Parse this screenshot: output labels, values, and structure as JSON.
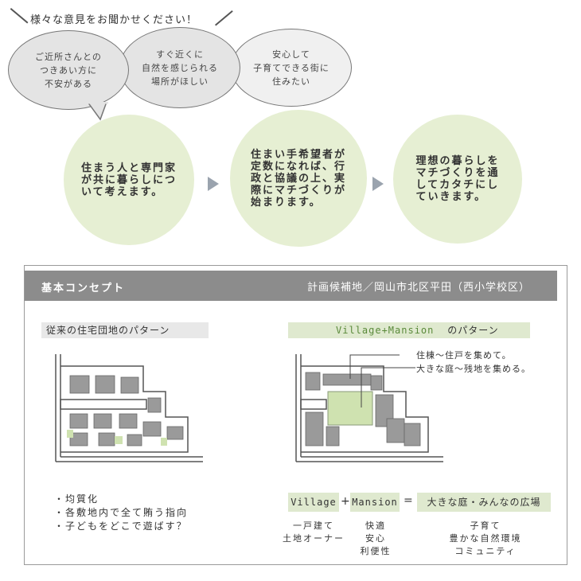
{
  "heading": "様々な意見をお聞かせください！",
  "bubbles": [
    {
      "text": "ご近所さんとの\nつきあい方に\n不安がある"
    },
    {
      "text": "すぐ近くに\n自然を感じられる\n場所がほしい"
    },
    {
      "text": "安心して\n子育てできる街に\n住みたい"
    }
  ],
  "steps": [
    {
      "text": "住まう人と専門家\nが共に暮らしにつ\nいて考えます。"
    },
    {
      "text": "住まい手希望者が\n定数になれば、行\n政と協議の上、実\n際にマチづくりが\n始まります。"
    },
    {
      "text": "理想の暮らしを\nマチづくりを通\nしてカタチにし\nていきます。"
    }
  ],
  "concept": {
    "title": "基本コンセプト",
    "site": "計画候補地／岡山市北区平田（西小学校区）",
    "left_label": "従来の住宅団地のパターン",
    "right_label_en": "Village+Mansion",
    "right_label_ja": "のパターン",
    "notes": [
      "住棟～住戸を集めて。",
      "大きな庭～残地を集める。"
    ],
    "left_list": [
      "・均質化",
      "・各敷地内で全て賄う指向",
      "・子どもをどこで遊ばす？"
    ],
    "equation": {
      "village": "Village",
      "plus": "+",
      "mansion": "Mansion",
      "equals": "=",
      "result": "大きな庭・みんなの広場"
    },
    "village_sub": "一戸建て\n土地オーナー",
    "mansion_sub": "快適\n安心\n利便性",
    "result_sub": "子育て\n豊かな自然環境\nコミュニティ"
  },
  "colors": {
    "green_circle": "#e6efd3",
    "header_gray": "#8c8c8c",
    "green_label": "#dfe9cf",
    "arrow": "#9aa3ae"
  }
}
